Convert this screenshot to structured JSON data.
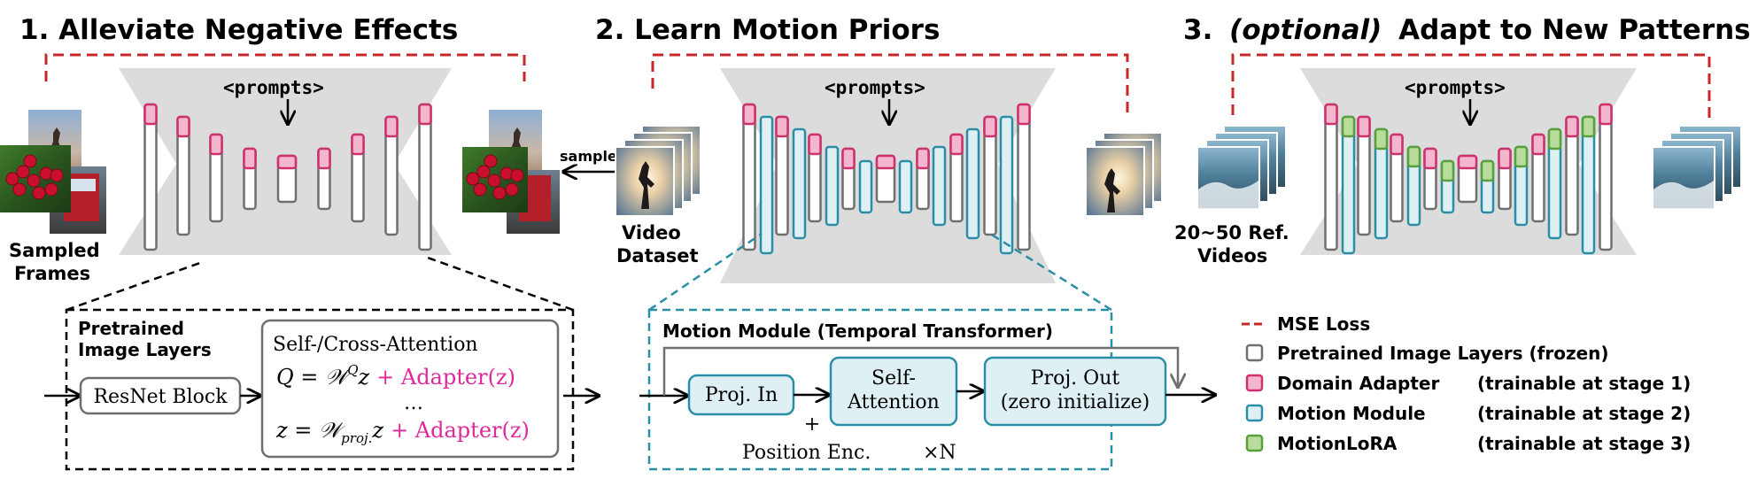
{
  "colors": {
    "mse_red": "#c62828",
    "pink_fill": "#f3b6cc",
    "pink_stroke": "#d0306f",
    "teal_stroke": "#2a8fa6",
    "teal_fill": "#dff0f4",
    "green_fill": "#b8dc9c",
    "green_stroke": "#5aa03a",
    "gray_stroke": "#6f6f6f",
    "unet_fill": "#dcdcdc",
    "adapter_text": "#e0289a"
  },
  "stage1": {
    "title": "1. Alleviate Negative Effects",
    "prompts": "<prompts>",
    "input_label_line1": "Sampled",
    "input_label_line2": "Frames",
    "sample_label": "sample"
  },
  "stage2": {
    "title": "2. Learn Motion Priors",
    "prompts": "<prompts>",
    "input_label_line1": "Video",
    "input_label_line2": "Dataset"
  },
  "stage3": {
    "title_num": "3.",
    "title_opt": "(optional)",
    "title_rest": "Adapt to New Patterns",
    "prompts": "<prompts>",
    "input_label_line1": "20~50 Ref.",
    "input_label_line2": "Videos"
  },
  "detail_image_layers": {
    "heading_line1": "Pretrained",
    "heading_line2": "Image Layers",
    "resnet_block": "ResNet Block",
    "attn_title": "Self-/Cross-Attention",
    "eq1_lhs": "Q = 𝒲",
    "eq1_sup": "Q",
    "eq1_z": "z",
    "eq1_adapter": "+ Adapter(z)",
    "ellipsis": "…",
    "eq2_lhs": "z = 𝒲",
    "eq2_sub": "proj.",
    "eq2_z": "z",
    "eq2_adapter": "+ Adapter(z)"
  },
  "detail_motion_module": {
    "heading": "Motion Module (Temporal Transformer)",
    "proj_in": "Proj. In",
    "self_attn_line1": "Self-",
    "self_attn_line2": "Attention",
    "proj_out_line1": "Proj. Out",
    "proj_out_line2": "(zero initialize)",
    "plus": "+",
    "position_enc": "Position Enc.",
    "times_n": "×N"
  },
  "legend": {
    "mse_loss": "MSE Loss",
    "pretrained": "Pretrained Image Layers (frozen)",
    "domain_adapter": "Domain Adapter",
    "domain_adapter_note": "(trainable at stage 1)",
    "motion_module": "Motion Module",
    "motion_module_note": "(trainable at stage 2)",
    "motion_lora": "MotionLoRA",
    "motion_lora_note": "(trainable at stage 3)"
  }
}
